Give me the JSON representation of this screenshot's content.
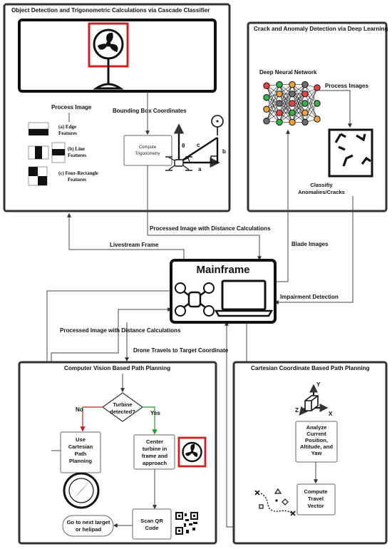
{
  "panels": {
    "object_detection": "Object Detection and Trigonometric Calculations via Cascade Classifier",
    "crack_detection": "Crack and Anomaly Detection via Deep Learning",
    "cv_path": "Computer Vision Based Path Planning",
    "cartesian_path": "Cartesian Coordinate Based Path Planning"
  },
  "haar": {
    "process_image": "Process Image",
    "edge": "(a) Edge Features",
    "edge_a": "(a) Edge",
    "edge_b": "Features",
    "line_a": "(b) Line",
    "line_b": "Features",
    "rect_a": "(c) Four-Rectangle",
    "rect_b": "Features"
  },
  "trig": {
    "bbox": "Bounding Box Coordinates",
    "compute_1": "Compute",
    "compute_2": "Trigonometry",
    "theta": "θ",
    "a": "a",
    "b": "b",
    "c": "c"
  },
  "dnn": {
    "title": "Deep Neural Network",
    "process_images": "Process Images",
    "classify_1": "Classifiy",
    "classify_2": "Anomalies/Cracks"
  },
  "flows": {
    "processed_top": "Processed Image with Distance Calculations",
    "livestream": "Livestream Frame",
    "blade_images": "Blade Images",
    "impairment": "Impairment Detection",
    "processed_mid": "Processed Image with Distance Calculations",
    "travel": "Drone Travels to Target Coordinate"
  },
  "mainframe": {
    "title": "Mainframe"
  },
  "cv": {
    "decision_1": "Turbine",
    "decision_2": "detected?",
    "no": "No",
    "yes": "Yes",
    "use_1": "Use",
    "use_2": "Cartesian",
    "use_3": "Path",
    "use_4": "Planning",
    "center_1": "Center",
    "center_2": "turbine in",
    "center_3": "frame and",
    "center_4": "approach",
    "scan_1": "Scan QR",
    "scan_2": "Code",
    "goto_1": "Go to next target",
    "goto_2": "or helipad"
  },
  "cart": {
    "analyze_1": "Analyze",
    "analyze_2": "Current",
    "analyze_3": "Position,",
    "analyze_4": "Altitude, and",
    "analyze_5": "Yaw",
    "travel_1": "Compute",
    "travel_2": "Travel",
    "travel_3": "Vector",
    "axis_x": "X",
    "axis_y": "Y",
    "axis_z": "Z"
  },
  "colors": {
    "no_arrow": "#d11a1a",
    "yes_arrow": "#1f9a2e",
    "highlight_box": "#d61e1e",
    "node_colors": [
      "#e8454b",
      "#38b24b",
      "#f2a238",
      "#6c6f73"
    ]
  }
}
